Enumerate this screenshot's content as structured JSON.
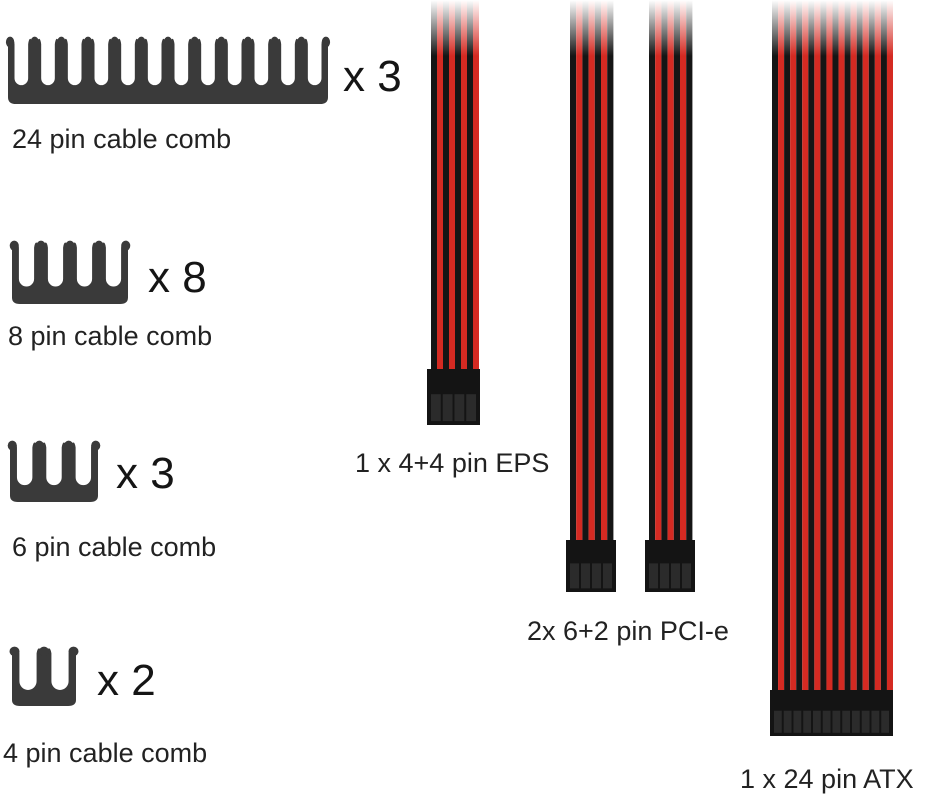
{
  "colors": {
    "sleeve_red": "#d42a22",
    "sleeve_black": "#151515",
    "comb_gray": "#3a3a3a",
    "connector": "#141414"
  },
  "combs": [
    {
      "icon": "cable-comb-icon",
      "slots": 12,
      "quantity": "x 3",
      "label": "24 pin cable comb"
    },
    {
      "icon": "cable-comb-icon",
      "slots": 4,
      "quantity": "x 8",
      "label": "8 pin cable comb"
    },
    {
      "icon": "cable-comb-icon",
      "slots": 3,
      "quantity": "x 3",
      "label": "6 pin cable comb"
    },
    {
      "icon": "cable-comb-icon",
      "slots": 2,
      "quantity": "x 2",
      "label": "4 pin cable comb"
    }
  ],
  "cables": [
    {
      "icon": "sleeved-cable-icon",
      "label": "1 x 4+4 pin EPS"
    },
    {
      "icon": "sleeved-cable-icon",
      "label": "2x 6+2 pin PCI-e"
    },
    {
      "icon": "sleeved-cable-icon",
      "label": "1 x 24 pin ATX"
    }
  ]
}
